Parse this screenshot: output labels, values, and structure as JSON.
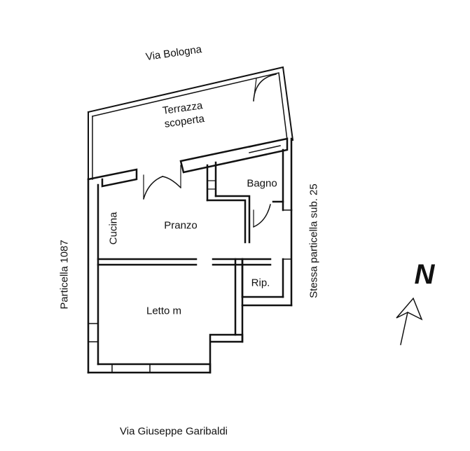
{
  "streets": {
    "north": "Via Bologna",
    "south": "Via Giuseppe Garibaldi",
    "west": "Particella 1087",
    "east": "Stessa particella sub. 25"
  },
  "rooms": {
    "terrace_line1": "Terrazza",
    "terrace_line2": "scoperta",
    "bathroom": "Bagno",
    "kitchen": "Cucina",
    "dining": "Pranzo",
    "storage": "Rip.",
    "bedroom": "Letto m"
  },
  "compass": {
    "label": "N"
  }
}
